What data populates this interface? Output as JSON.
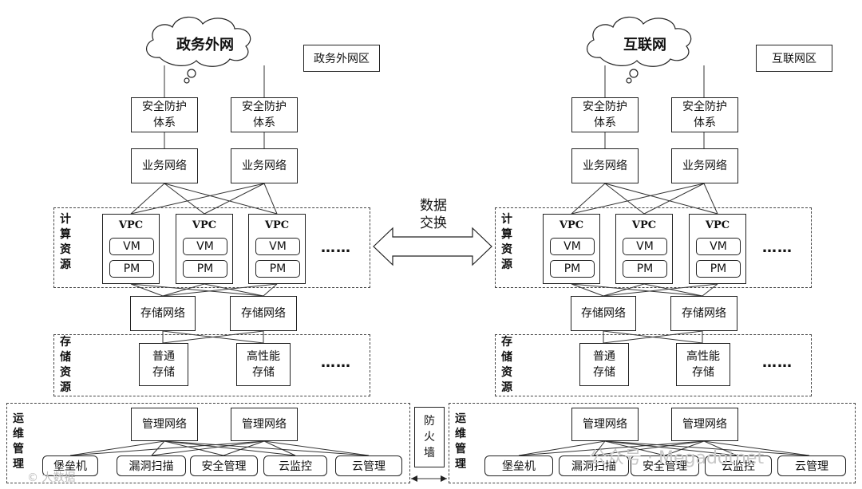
{
  "left": {
    "cloud": "政务外网",
    "zone_tag": "政务外网区",
    "security": [
      "安全防护\n体系",
      "安全防护\n体系"
    ],
    "business": [
      "业务网络",
      "业务网络"
    ],
    "compute_label": "计\n算\n资\n源",
    "vpcs": [
      {
        "title": "VPC",
        "vm": "VM",
        "pm": "PM"
      },
      {
        "title": "VPC",
        "vm": "VM",
        "pm": "PM"
      },
      {
        "title": "VPC",
        "vm": "VM",
        "pm": "PM"
      }
    ],
    "compute_more": "……",
    "storage_net": [
      "存储网络",
      "存储网络"
    ],
    "storage_label": "存\n储\n资\n源",
    "storage": [
      "普通\n存储",
      "高性能\n存储"
    ],
    "storage_more": "……",
    "ops_label": "运\n维\n管\n理",
    "mgmt_net": [
      "管理网络",
      "管理网络"
    ],
    "mgmt_items": [
      "堡垒机",
      "漏洞扫描",
      "安全管理",
      "云监控",
      "云管理"
    ]
  },
  "right": {
    "cloud": "互联网",
    "zone_tag": "互联网区",
    "security": [
      "安全防护\n体系",
      "安全防护\n体系"
    ],
    "business": [
      "业务网络",
      "业务网络"
    ],
    "compute_label": "计\n算\n资\n源",
    "vpcs": [
      {
        "title": "VPC",
        "vm": "VM",
        "pm": "PM"
      },
      {
        "title": "VPC",
        "vm": "VM",
        "pm": "PM"
      },
      {
        "title": "VPC",
        "vm": "VM",
        "pm": "PM"
      }
    ],
    "compute_more": "……",
    "storage_net": [
      "存储网络",
      "存储网络"
    ],
    "storage_label": "存\n储\n资\n源",
    "storage": [
      "普通\n存储",
      "高性能\n存储"
    ],
    "storage_more": "……",
    "ops_label": "运\n维\n管\n理",
    "mgmt_net": [
      "管理网络",
      "管理网络"
    ],
    "mgmt_items": [
      "堡垒机",
      "漏洞扫描",
      "安全管理",
      "云监控",
      "云管理"
    ]
  },
  "exchange": "数据\n交换",
  "firewall": "防\n火\n墙",
  "watermark": "公众号 · Megadotnet",
  "watermark_small": "© 大数据"
}
